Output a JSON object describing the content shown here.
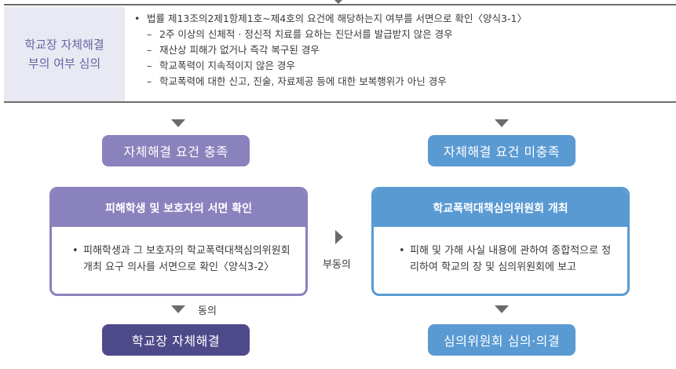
{
  "criteria": {
    "label_line1": "학교장 자체해결",
    "label_line2": "부의 여부 심의",
    "bullet": "•",
    "dash": "–",
    "main": "법률 제13조의2제1항제1호~제4호의 요건에 해당하는지 여부를 서면으로 확인〈양식3-1〉",
    "subs": [
      "2주 이상의 신체적 · 정신적 치료를 요하는 진단서를 발급받지 않은 경우",
      "재산상 피해가 없거나 즉각 복구된 경우",
      "학교폭력이 지속적이지 않은 경우",
      "학교폭력에 대한 신고, 진술, 자료제공 등에 대한 보복행위가 아닌 경우"
    ]
  },
  "left": {
    "condition": "자체해결 요건 충족",
    "box_title": "피해학생 및 보호자의 서면 확인",
    "box_body": "피해학생과 그 보호자의 학교폭력대책심의위원회 개최 요구 의사를 서면으로 확인〈양식3-2〉",
    "agree_label": "동의",
    "result": "학교장 자체해결"
  },
  "middle": {
    "disagree_label": "부동의"
  },
  "right": {
    "condition": "자체해결 요건 미충족",
    "box_title": "학교폭력대책심의위원회 개최",
    "box_body": "피해 및 가해 사실 내용에 관하여 종합적으로 정리하여 학교의 장 및 심의위원회에 보고",
    "result": "심의위원회 심의·의결"
  },
  "colors": {
    "purple": "#8a82bd",
    "dark_purple": "#4e4a8a",
    "blue": "#5a9ad3",
    "label_bg": "#e9e9f3"
  }
}
